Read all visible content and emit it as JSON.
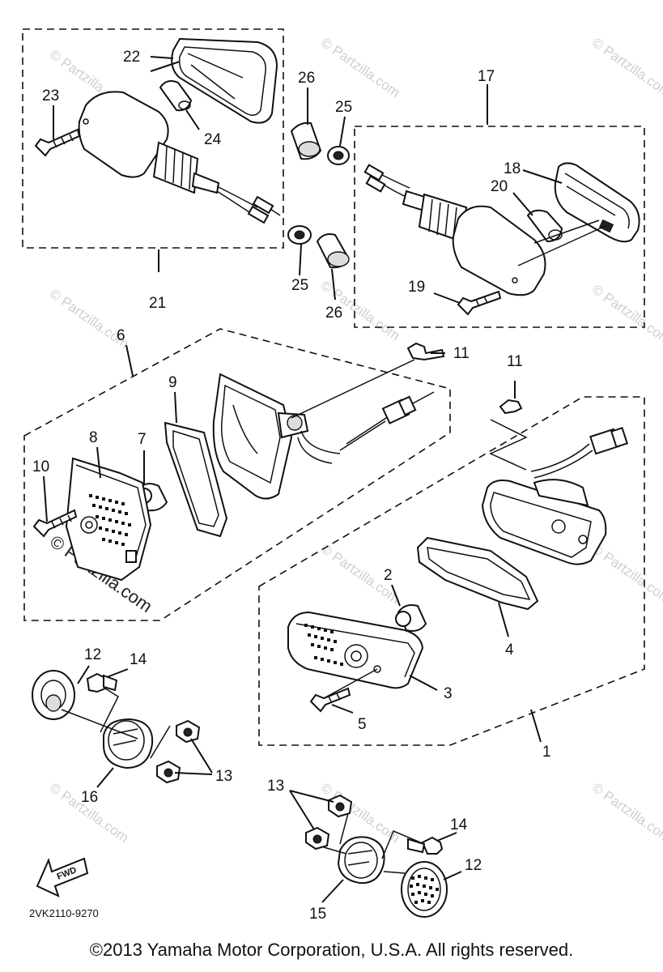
{
  "callouts": {
    "c1": "1",
    "c2": "2",
    "c3": "3",
    "c4": "4",
    "c5": "5",
    "c6": "6",
    "c7": "7",
    "c8": "8",
    "c9": "9",
    "c10": "10",
    "c11a": "11",
    "c11b": "11",
    "c12a": "12",
    "c12b": "12",
    "c13a": "13",
    "c13b": "13",
    "c14a": "14",
    "c14b": "14",
    "c15": "15",
    "c16": "16",
    "c17": "17",
    "c18": "18",
    "c19": "19",
    "c20": "20",
    "c21": "21",
    "c22": "22",
    "c23": "23",
    "c24": "24",
    "c25a": "25",
    "c25b": "25",
    "c26a": "26",
    "c26b": "26"
  },
  "watermark": "© Partzilla.com",
  "watermark_small": "© Partzilla.com",
  "fwd_label": "FWD",
  "diagram_code": "2VK2110-9270",
  "footer": "©2013 Yamaha Motor Corporation, U.S.A. All rights reserved."
}
